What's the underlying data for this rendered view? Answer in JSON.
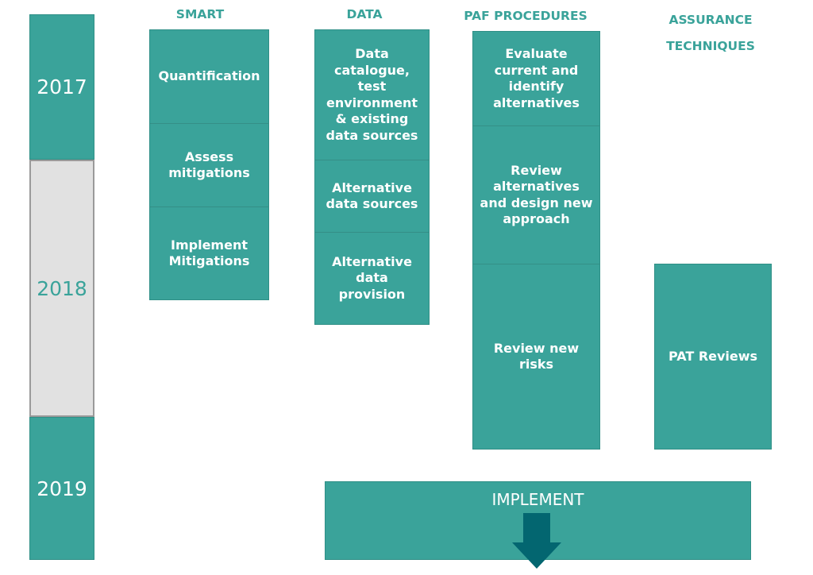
{
  "timeline": {
    "years": [
      "2017",
      "2018",
      "2019"
    ]
  },
  "headers": {
    "smart": "SMART",
    "data": "DATA",
    "paf": "PAF PROCEDURES",
    "assurance_line1": "ASSURANCE",
    "assurance_line2": "TECHNIQUES"
  },
  "smart": {
    "items": [
      "Quantification",
      "Assess mitigations",
      "Implement Mitigations"
    ]
  },
  "data": {
    "items": [
      "Data catalogue, test environment & existing data sources",
      "Alternative data sources",
      "Alternative data provision"
    ]
  },
  "paf": {
    "items": [
      "Evaluate current and identify alternatives",
      "Review alternatives and design new approach",
      "Review new risks"
    ]
  },
  "assurance": {
    "items": [
      "PAT Reviews"
    ]
  },
  "implement": {
    "label": "IMPLEMENT"
  },
  "colors": {
    "teal": "#3aa39a",
    "teal_dark": "#2f8f86",
    "arrow": "#036670",
    "grey": "#e1e1e1"
  }
}
